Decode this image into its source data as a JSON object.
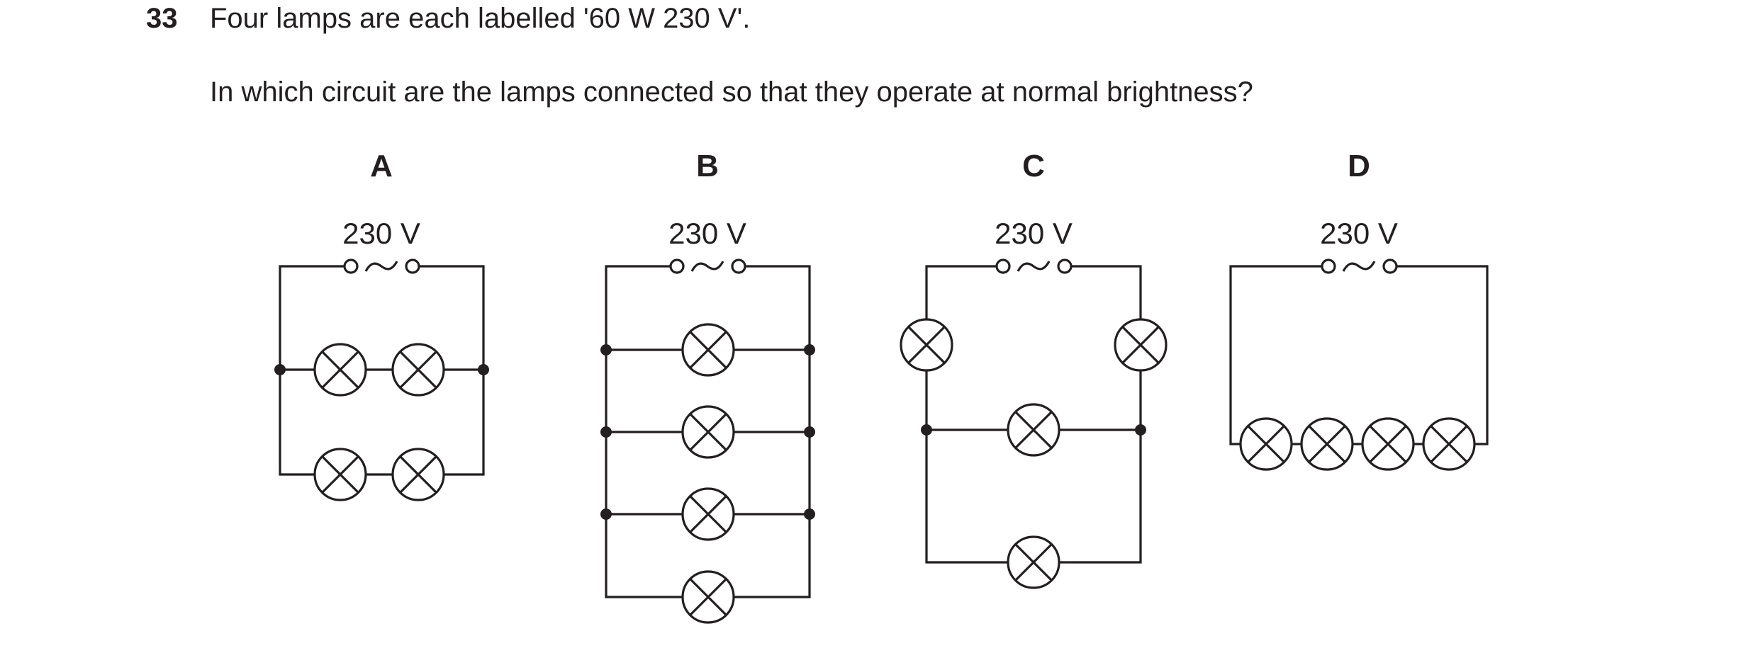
{
  "question": {
    "number": "33",
    "stem": "Four lamps are each labelled '60 W 230 V'.",
    "prompt": "In which circuit are the lamps connected so that they operate at normal brightness?"
  },
  "options": [
    {
      "label": "A",
      "supply": "230 V",
      "arrangement": "two parallel branches, each with two lamps in series"
    },
    {
      "label": "B",
      "supply": "230 V",
      "arrangement": "four lamps in parallel"
    },
    {
      "label": "C",
      "supply": "230 V",
      "arrangement": "one lamp in series on each side, two lamps in parallel below"
    },
    {
      "label": "D",
      "supply": "230 V",
      "arrangement": "four lamps in series"
    }
  ],
  "symbols": {
    "lamp": "lamp-icon",
    "ac_supply": "ac-supply-icon",
    "junction": "junction-dot"
  }
}
